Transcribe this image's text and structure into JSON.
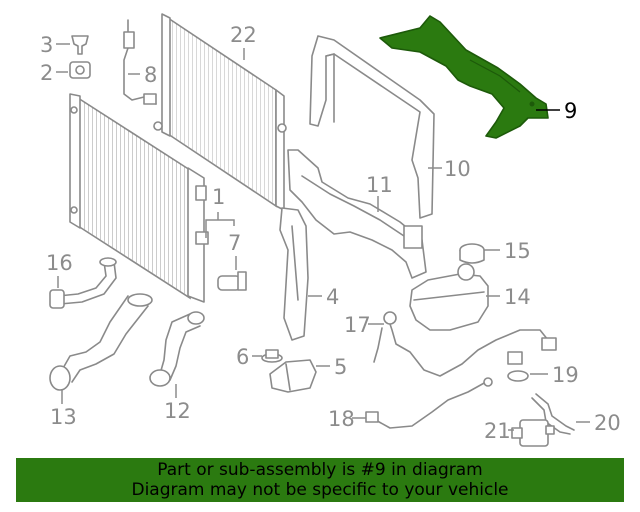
{
  "highlight_color": "#2b7a10",
  "highlighted_part": "9",
  "callouts": {
    "c1": "1",
    "c2": "2",
    "c3": "3",
    "c4": "4",
    "c5": "5",
    "c6": "6",
    "c7": "7",
    "c8": "8",
    "c9": "9",
    "c10": "10",
    "c11": "11",
    "c12": "12",
    "c13": "13",
    "c14": "14",
    "c15": "15",
    "c16": "16",
    "c17": "17",
    "c18": "18",
    "c19": "19",
    "c20": "20",
    "c21": "21",
    "c22": "22"
  },
  "banner": {
    "line1": "Part or sub-assembly is #9 in diagram",
    "line2": "Diagram may not be specific to your vehicle"
  }
}
